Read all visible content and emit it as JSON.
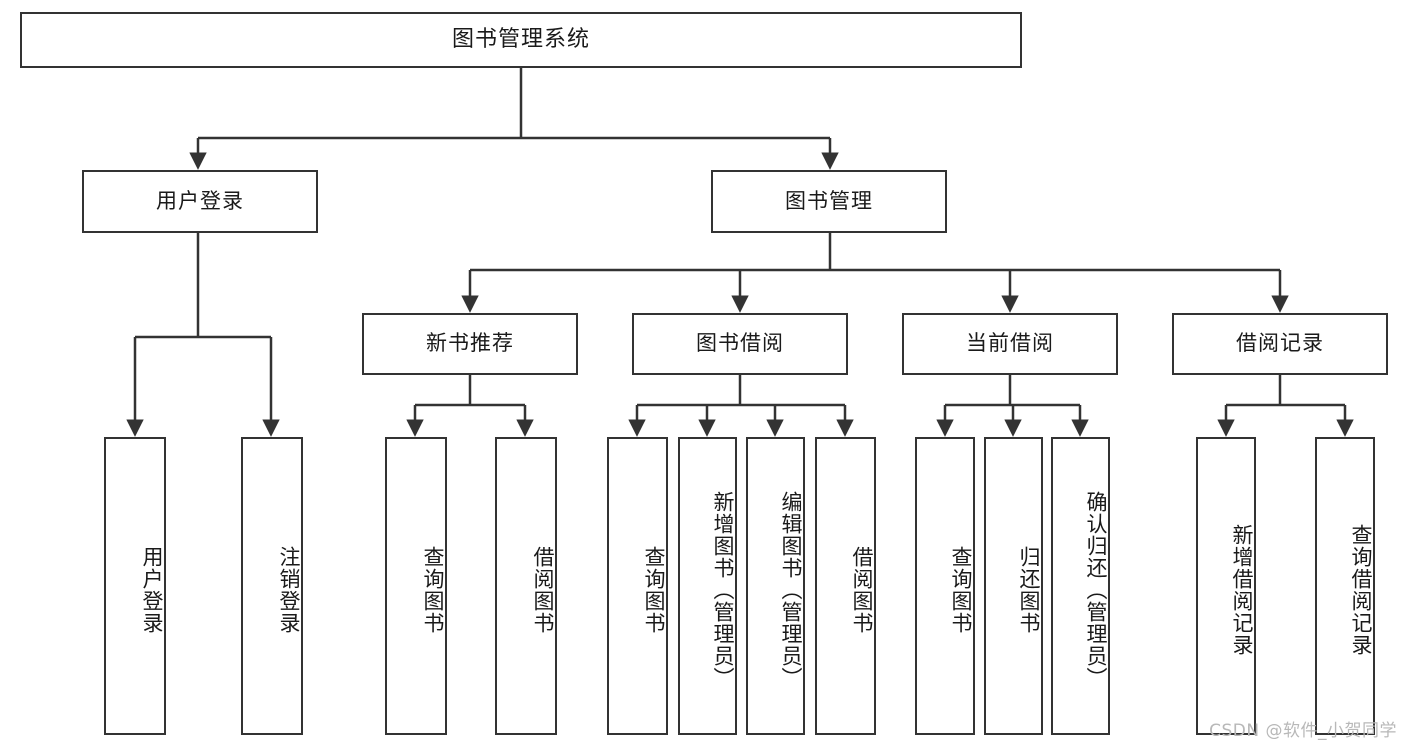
{
  "diagram": {
    "title": "图书管理系统",
    "type": "tree-hierarchy-chart",
    "stroke_color": "#333333",
    "background_color": "#ffffff",
    "text_color": "#1a1a1a"
  },
  "nodes": {
    "root": {
      "label": "图书管理系统"
    },
    "level1": [
      {
        "id": "user-login",
        "label": "用户登录"
      },
      {
        "id": "book-management",
        "label": "图书管理"
      }
    ],
    "level2": [
      {
        "id": "new-book-recommend",
        "label": "新书推荐"
      },
      {
        "id": "book-borrow",
        "label": "图书借阅"
      },
      {
        "id": "current-borrow",
        "label": "当前借阅"
      },
      {
        "id": "borrow-record",
        "label": "借阅记录"
      }
    ],
    "leaves": {
      "user-login": [
        {
          "id": "leaf-user-login",
          "label": "用户登录"
        },
        {
          "id": "leaf-logout-login",
          "label": "注销登录"
        }
      ],
      "new-book-recommend": [
        {
          "id": "leaf-query-book-1",
          "label": "查询图书"
        },
        {
          "id": "leaf-borrow-book-1",
          "label": "借阅图书"
        }
      ],
      "book-borrow": [
        {
          "id": "leaf-query-book-2",
          "label": "查询图书"
        },
        {
          "id": "leaf-add-book",
          "label": "新增图书（管理员）"
        },
        {
          "id": "leaf-edit-book",
          "label": "编辑图书（管理员）"
        },
        {
          "id": "leaf-borrow-book-2",
          "label": "借阅图书"
        }
      ],
      "current-borrow": [
        {
          "id": "leaf-query-book-3",
          "label": "查询图书"
        },
        {
          "id": "leaf-return-book",
          "label": "归还图书"
        },
        {
          "id": "leaf-confirm-return",
          "label": "确认归还（管理员）"
        }
      ],
      "borrow-record": [
        {
          "id": "leaf-add-record",
          "label": "新增借阅记录"
        },
        {
          "id": "leaf-query-record",
          "label": "查询借阅记录"
        }
      ]
    }
  },
  "watermark": {
    "text": "CSDN @软件_小贺同学"
  }
}
